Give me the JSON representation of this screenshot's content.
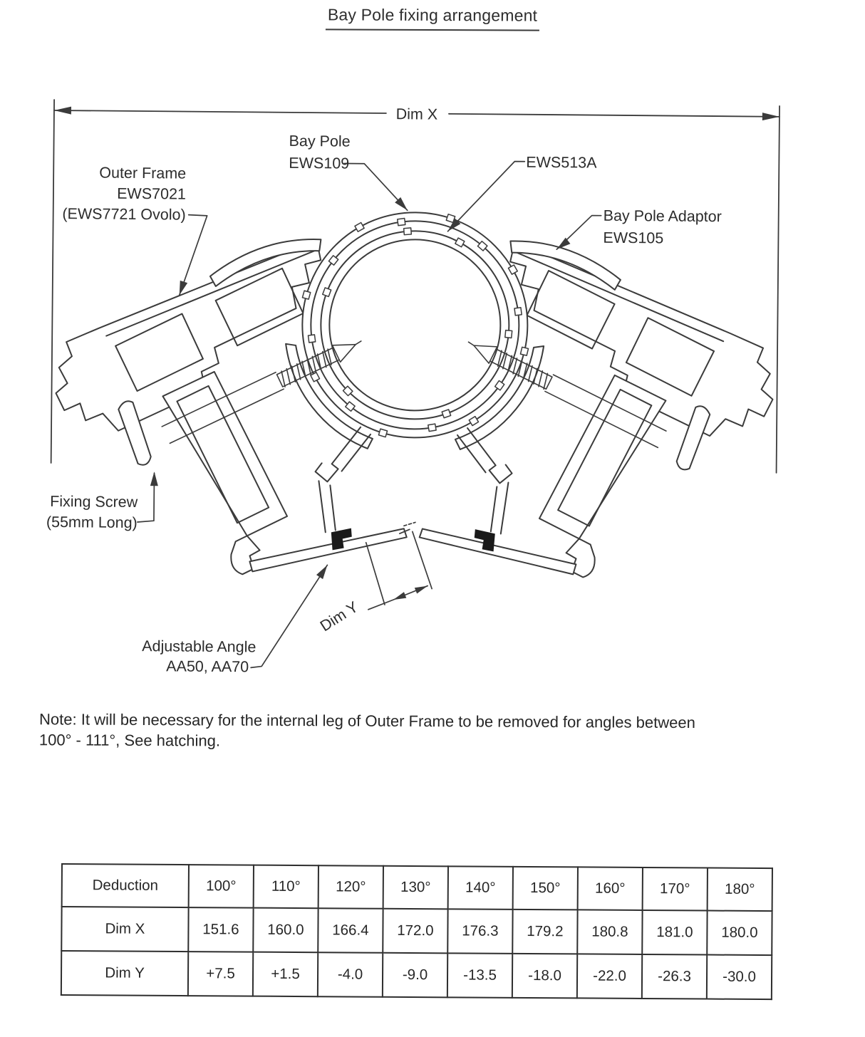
{
  "title": "Bay Pole fixing arrangement",
  "diagram": {
    "labels": {
      "dim_x": "Dim X",
      "dim_y": "Dim Y",
      "bay_pole_1": "Bay Pole",
      "bay_pole_2": "EWS109",
      "seal": "EWS513A",
      "outer_frame_1": "Outer Frame",
      "outer_frame_2": "EWS7021",
      "outer_frame_3": "(EWS7721 Ovolo)",
      "adaptor_1": "Bay Pole Adaptor",
      "adaptor_2": "EWS105",
      "fixing_screw_1": "Fixing Screw",
      "fixing_screw_2": "(55mm Long)",
      "adjustable_angle_1": "Adjustable Angle",
      "adjustable_angle_2": "AA50, AA70"
    }
  },
  "note": {
    "line1": "Note: It will be necessary for the internal leg of Outer Frame to be removed for angles between",
    "line2": "100° - 111°, See hatching."
  },
  "table": {
    "rows": [
      {
        "cells": [
          "Deduction",
          "100°",
          "110°",
          "120°",
          "130°",
          "140°",
          "150°",
          "160°",
          "170°",
          "180°"
        ]
      },
      {
        "cells": [
          "Dim X",
          "151.6",
          "160.0",
          "166.4",
          "172.0",
          "176.3",
          "179.2",
          "180.8",
          "181.0",
          "180.0"
        ]
      },
      {
        "cells": [
          "Dim Y",
          "+7.5",
          "+1.5",
          "-4.0",
          "-9.0",
          "-13.5",
          "-18.0",
          "-22.0",
          "-26.3",
          "-30.0"
        ]
      }
    ]
  }
}
